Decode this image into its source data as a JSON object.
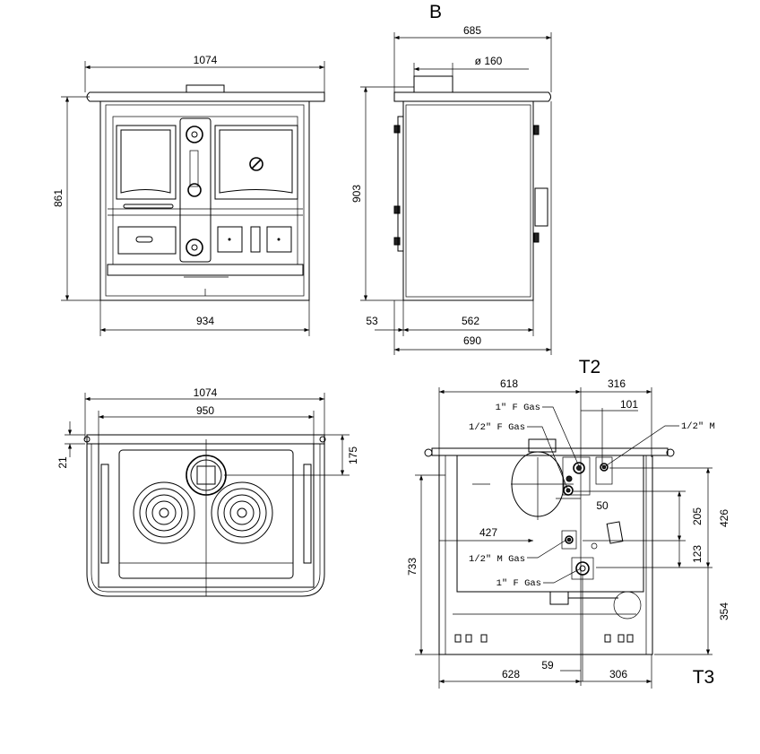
{
  "front_view": {
    "width": "1074",
    "height": "861",
    "base_width": "934"
  },
  "side_view": {
    "label": "B",
    "depth": "685",
    "flue_diameter": "ø 160",
    "height": "903",
    "offset": "53",
    "body_depth": "562",
    "total_depth": "690"
  },
  "top_view": {
    "width": "1074",
    "hob_width": "950",
    "edge": "21",
    "flue_offset": "175"
  },
  "rear_view": {
    "label_top": "T2",
    "label_bottom": "T3",
    "dims": {
      "left_top": "618",
      "right_top": "316",
      "offset_101": "101",
      "offset_50": "50",
      "offset_427": "427",
      "height_733": "733",
      "height_426": "426",
      "height_205": "205",
      "height_123": "123",
      "height_354": "354",
      "left_bottom": "628",
      "right_bottom": "306",
      "offset_59": "59"
    },
    "connections": [
      "1\" F Gas",
      "1/2\" F Gas",
      "1/2\" M",
      "1/2\" M Gas",
      "1\" F Gas"
    ]
  }
}
